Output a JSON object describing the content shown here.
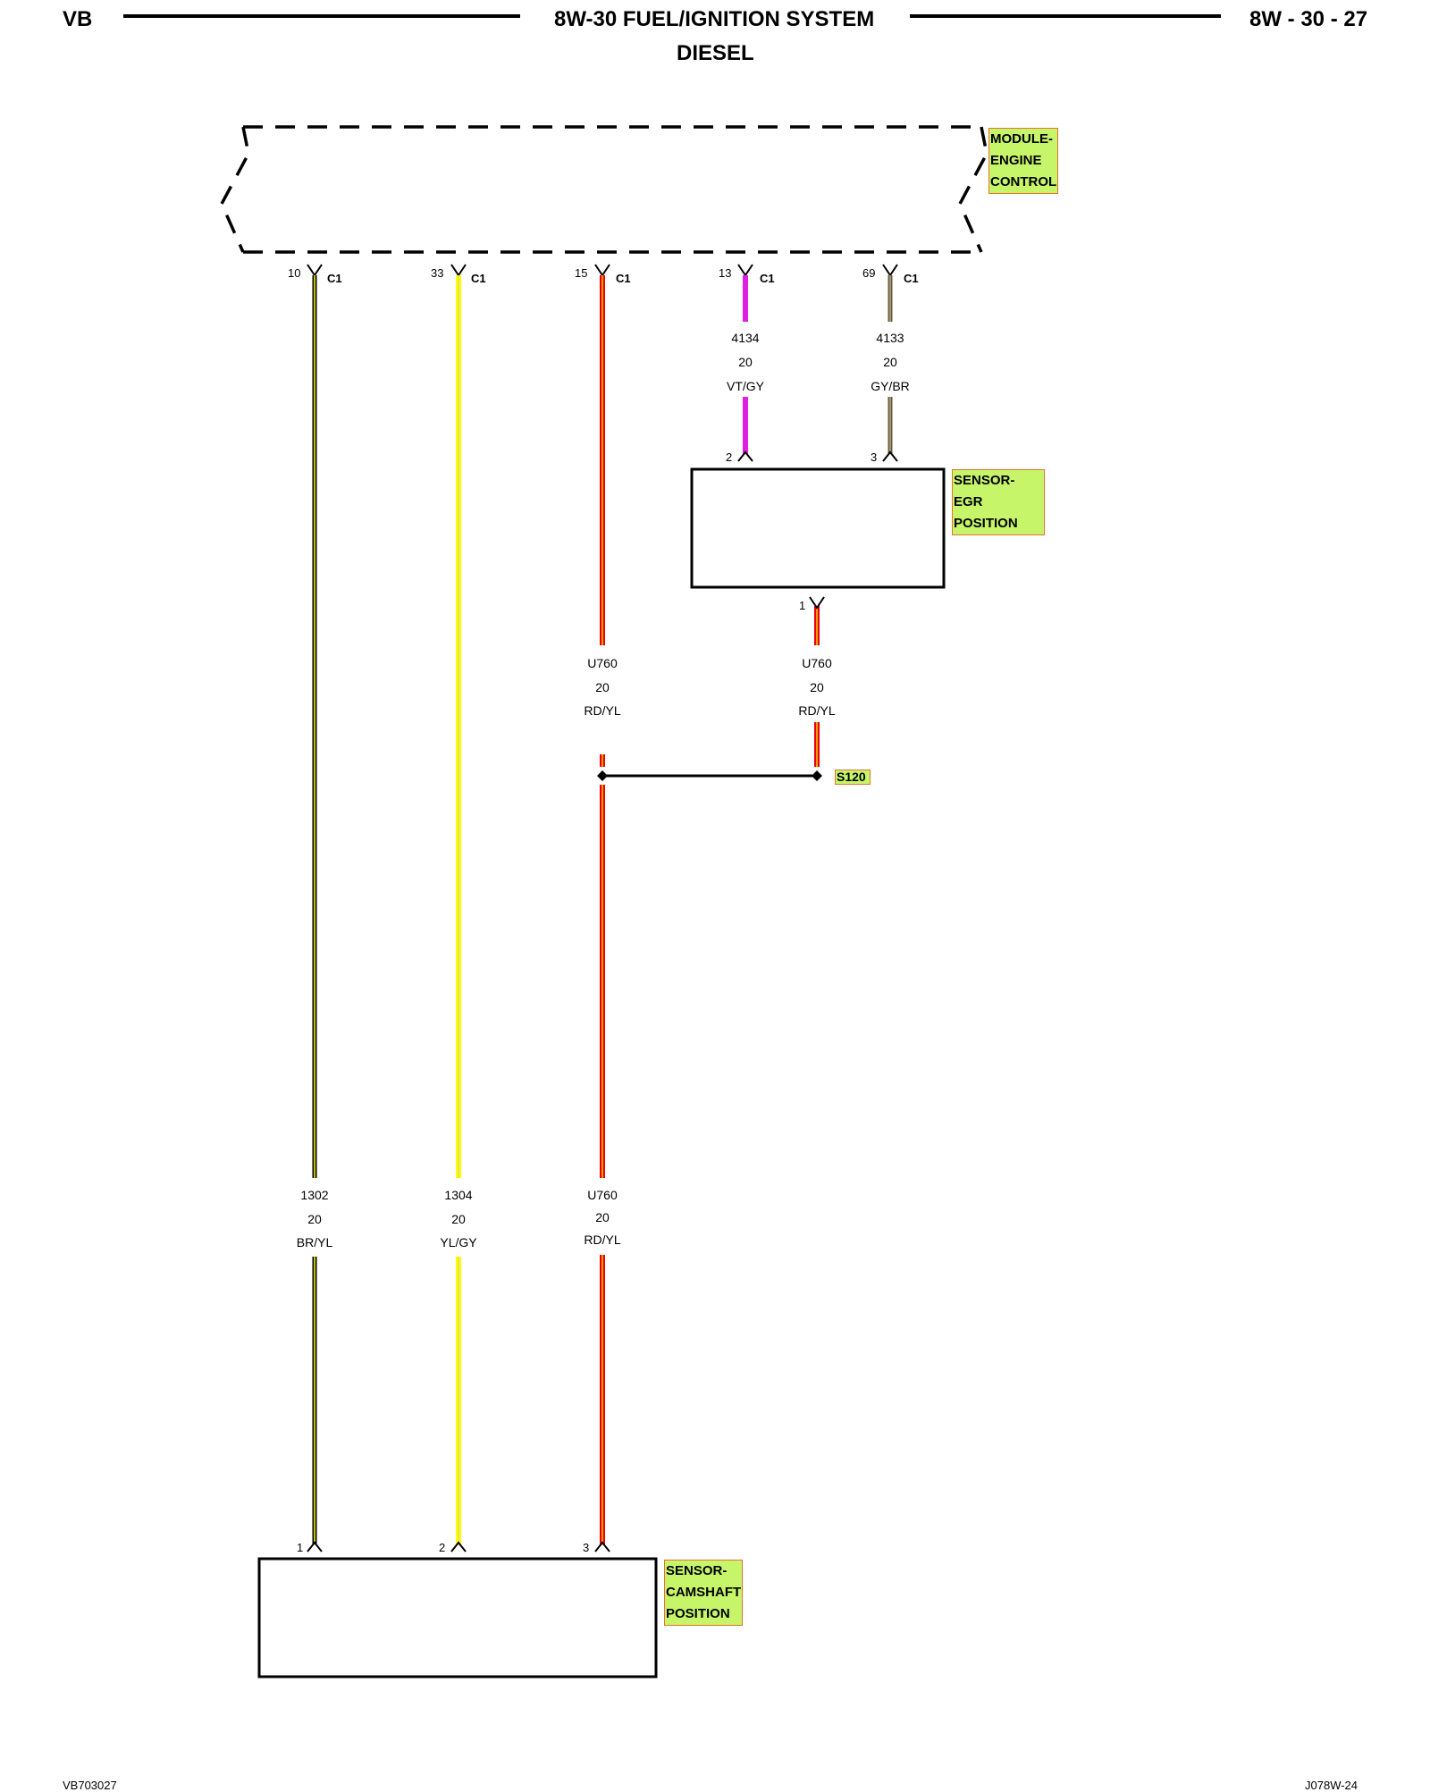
{
  "header": {
    "left": "VB",
    "title": "8W-30 FUEL/IGNITION SYSTEM",
    "subtitle": "DIESEL",
    "right": "8W - 30 - 27"
  },
  "footer": {
    "left": "VB703027",
    "right": "J078W-24"
  },
  "components": {
    "ecm": "MODULE-\nENGINE\nCONTROL",
    "egr": "SENSOR-EGR\nPOSITION",
    "cam": "SENSOR-\nCAMSHAFT\nPOSITION",
    "splice": "S120"
  },
  "ecm_pins": [
    {
      "pin": "10",
      "conn": "C1"
    },
    {
      "pin": "33",
      "conn": "C1"
    },
    {
      "pin": "15",
      "conn": "C1"
    },
    {
      "pin": "13",
      "conn": "C1"
    },
    {
      "pin": "69",
      "conn": "C1"
    }
  ],
  "wire_labels": [
    {
      "circuit": "4134",
      "gauge": "20",
      "color": "VT/GY"
    },
    {
      "circuit": "4133",
      "gauge": "20",
      "color": "GY/BR"
    },
    {
      "circuit": "U760",
      "gauge": "20",
      "color": "RD/YL"
    },
    {
      "circuit": "U760",
      "gauge": "20",
      "color": "RD/YL"
    },
    {
      "circuit": "1302",
      "gauge": "20",
      "color": "BR/YL"
    },
    {
      "circuit": "1304",
      "gauge": "20",
      "color": "YL/GY"
    },
    {
      "circuit": "U760",
      "gauge": "20",
      "color": "RD/YL"
    }
  ],
  "egr_pins": [
    "2",
    "3",
    "1"
  ],
  "cam_pins": [
    "1",
    "2",
    "3"
  ],
  "wire_colors": {
    "black": "#000000",
    "yellow": "#ffff00",
    "red": "#e8000b",
    "violet": "#e020e0",
    "brown": "#6b5a3a"
  }
}
